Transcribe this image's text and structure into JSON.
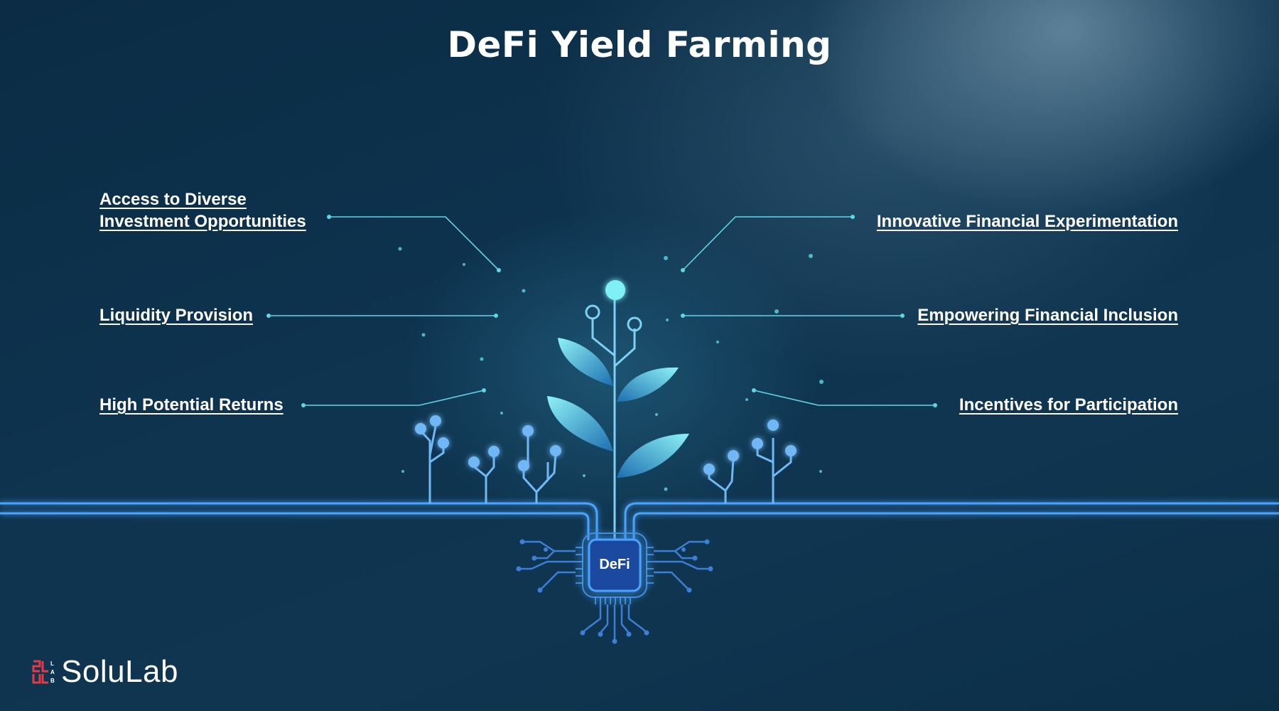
{
  "title": "DeFi Yield Farming",
  "benefits_left": [
    {
      "lines": [
        "Access to Diverse",
        "Investment Opportunities"
      ]
    },
    {
      "lines": [
        "Liquidity Provision"
      ]
    },
    {
      "lines": [
        "High Potential Returns"
      ]
    }
  ],
  "benefits_right": [
    {
      "lines": [
        "Innovative Financial Experimentation"
      ]
    },
    {
      "lines": [
        "Empowering Financial Inclusion"
      ]
    },
    {
      "lines": [
        "Incentives for Participation"
      ]
    }
  ],
  "chip_label": "DeFi",
  "brand": {
    "name": "SoluLab",
    "mark_letters": "LAB"
  },
  "colors": {
    "background": "#0d3049",
    "connector_line": "#5fd6e6",
    "circuit": "#4aa3ff",
    "leaf": "#6fe3f0",
    "text": "#ffffff",
    "logo_mark": "#e63946"
  },
  "icons": [
    "defi-chip-icon",
    "plant-icon",
    "circuit-trace-icon",
    "solulab-logo-icon"
  ]
}
